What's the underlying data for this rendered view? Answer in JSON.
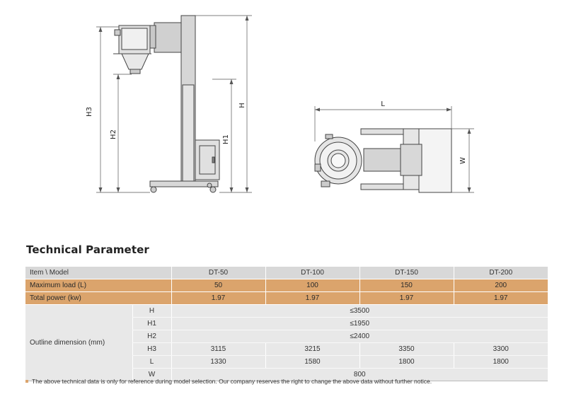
{
  "drawing": {
    "side_labels": {
      "h3": "H3",
      "h2": "H2",
      "h1": "H1",
      "h": "H"
    },
    "top_labels": {
      "l": "L",
      "w": "W"
    }
  },
  "section_title": "Technical Parameter",
  "table": {
    "header": {
      "item": "Item \\ Model",
      "models": [
        "DT-50",
        "DT-100",
        "DT-150",
        "DT-200"
      ]
    },
    "max_load": {
      "label": "Maximum load (L)",
      "values": [
        "50",
        "100",
        "150",
        "200"
      ]
    },
    "total_power": {
      "label": "Total power (kw)",
      "values": [
        "1.97",
        "1.97",
        "1.97",
        "1.97"
      ]
    },
    "outline": {
      "label": "Outline dimension (mm)",
      "rows": [
        {
          "key": "H",
          "merged": "≤3500"
        },
        {
          "key": "H1",
          "merged": "≤1950"
        },
        {
          "key": "H2",
          "merged": "≤2400"
        },
        {
          "key": "H3",
          "values": [
            "3115",
            "3215",
            "3350",
            "3300"
          ]
        },
        {
          "key": "L",
          "values": [
            "1330",
            "1580",
            "1800",
            "1800"
          ]
        },
        {
          "key": "W",
          "merged": "800"
        }
      ]
    }
  },
  "footnote": "The above technical data is only for reference during model selection. Our company reserves the right to change the above data without further notice.",
  "colors": {
    "orange_row": "#dba46c",
    "gray_row": "#e8e8e8",
    "header_row": "#d8d8d8"
  }
}
